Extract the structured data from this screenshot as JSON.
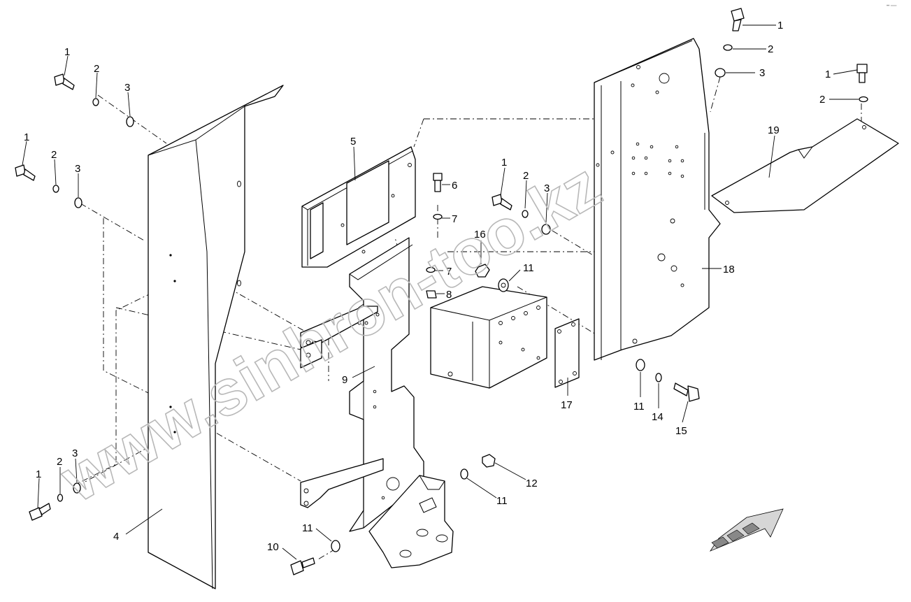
{
  "corner_mark": "•• ══",
  "watermark": "www.sinhron-too.kz",
  "callouts": [
    {
      "id": "c1a",
      "text": "1"
    },
    {
      "id": "c2a",
      "text": "2"
    },
    {
      "id": "c3a",
      "text": "3"
    },
    {
      "id": "c1b",
      "text": "1"
    },
    {
      "id": "c2b",
      "text": "2"
    },
    {
      "id": "c3b",
      "text": "3"
    },
    {
      "id": "c1c",
      "text": "1"
    },
    {
      "id": "c2c",
      "text": "2"
    },
    {
      "id": "c3c",
      "text": "3"
    },
    {
      "id": "c4",
      "text": "4"
    },
    {
      "id": "c5",
      "text": "5"
    },
    {
      "id": "c6",
      "text": "6"
    },
    {
      "id": "c7a",
      "text": "7"
    },
    {
      "id": "c7b",
      "text": "7"
    },
    {
      "id": "c8",
      "text": "8"
    },
    {
      "id": "c9",
      "text": "9"
    },
    {
      "id": "c1d",
      "text": "1"
    },
    {
      "id": "c2d",
      "text": "2"
    },
    {
      "id": "c3d",
      "text": "3"
    },
    {
      "id": "c16",
      "text": "16"
    },
    {
      "id": "c11a",
      "text": "11"
    },
    {
      "id": "c17",
      "text": "17"
    },
    {
      "id": "c11b",
      "text": "11"
    },
    {
      "id": "c14",
      "text": "14"
    },
    {
      "id": "c15",
      "text": "15"
    },
    {
      "id": "c18",
      "text": "18"
    },
    {
      "id": "c1e",
      "text": "1"
    },
    {
      "id": "c2e",
      "text": "2"
    },
    {
      "id": "c3e",
      "text": "3"
    },
    {
      "id": "c1f",
      "text": "1"
    },
    {
      "id": "c2f",
      "text": "2"
    },
    {
      "id": "c19",
      "text": "19"
    },
    {
      "id": "c12",
      "text": "12"
    },
    {
      "id": "c11c",
      "text": "11"
    },
    {
      "id": "c11d",
      "text": "11"
    },
    {
      "id": "c10",
      "text": "10"
    }
  ]
}
